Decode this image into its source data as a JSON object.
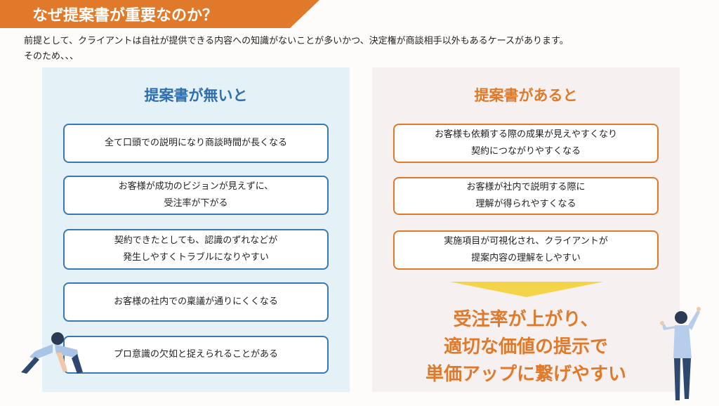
{
  "title": "なぜ提案書が重要なのか？",
  "intro": [
    "前提として、クライアントは自社が提供できる内容への知識がないことが多いかつ、決定権が商談相手以外もあるケースがあります。",
    "そのため、、、"
  ],
  "without": {
    "heading": "提案書が無いと",
    "items": [
      [
        "全て口頭での説明になり商談時間が長くなる"
      ],
      [
        "お客様が成功のビジョンが見えずに、",
        "受注率が下がる"
      ],
      [
        "契約できたとしても、認識のずれなどが",
        "発生しやすくトラブルになりやすい"
      ],
      [
        "お客様の社内での稟議が通りにくくなる"
      ],
      [
        "プロ意識の欠如と捉えられることがある"
      ]
    ]
  },
  "with": {
    "heading": "提案書があると",
    "items": [
      [
        "お客様も依頼する際の成果が見えやすくなり",
        "契約につながりやすくなる"
      ],
      [
        "お客様が社内で説明する際に",
        "理解が得られやすくなる"
      ],
      [
        "実施項目が可視化され、クライアントが",
        "提案内容の理解をしやすい"
      ]
    ],
    "result": [
      "受注率が上がり、",
      "適切な価値の提示で",
      "単価アップに繋げやすい"
    ]
  },
  "colors": {
    "orange": "#e07a2a",
    "blue": "#2f6fad",
    "yellow": "#f4d54a"
  }
}
